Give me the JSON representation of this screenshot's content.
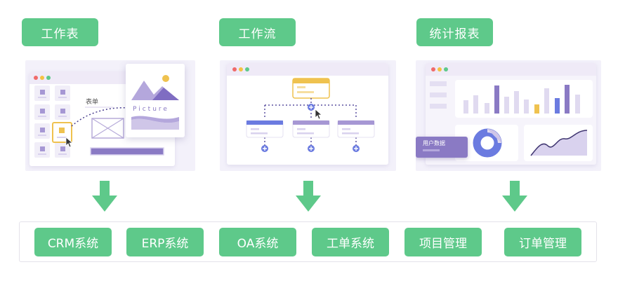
{
  "headers": {
    "worksheet": "工作表",
    "workflow": "工作流",
    "reports": "统计报表"
  },
  "worksheet_panel": {
    "form_label": "表单",
    "picture_label": "Picture"
  },
  "reports_panel": {
    "user_data_label": "用户数据"
  },
  "systems": [
    "CRM系统",
    "ERP系统",
    "OA系统",
    "工单系统",
    "项目管理",
    "订单管理"
  ],
  "colors": {
    "green": "#5ec98a",
    "purple": "#8a7ac4",
    "light_purple": "#d9d2ee",
    "yellow": "#efc24f",
    "blue": "#6b7be0"
  }
}
